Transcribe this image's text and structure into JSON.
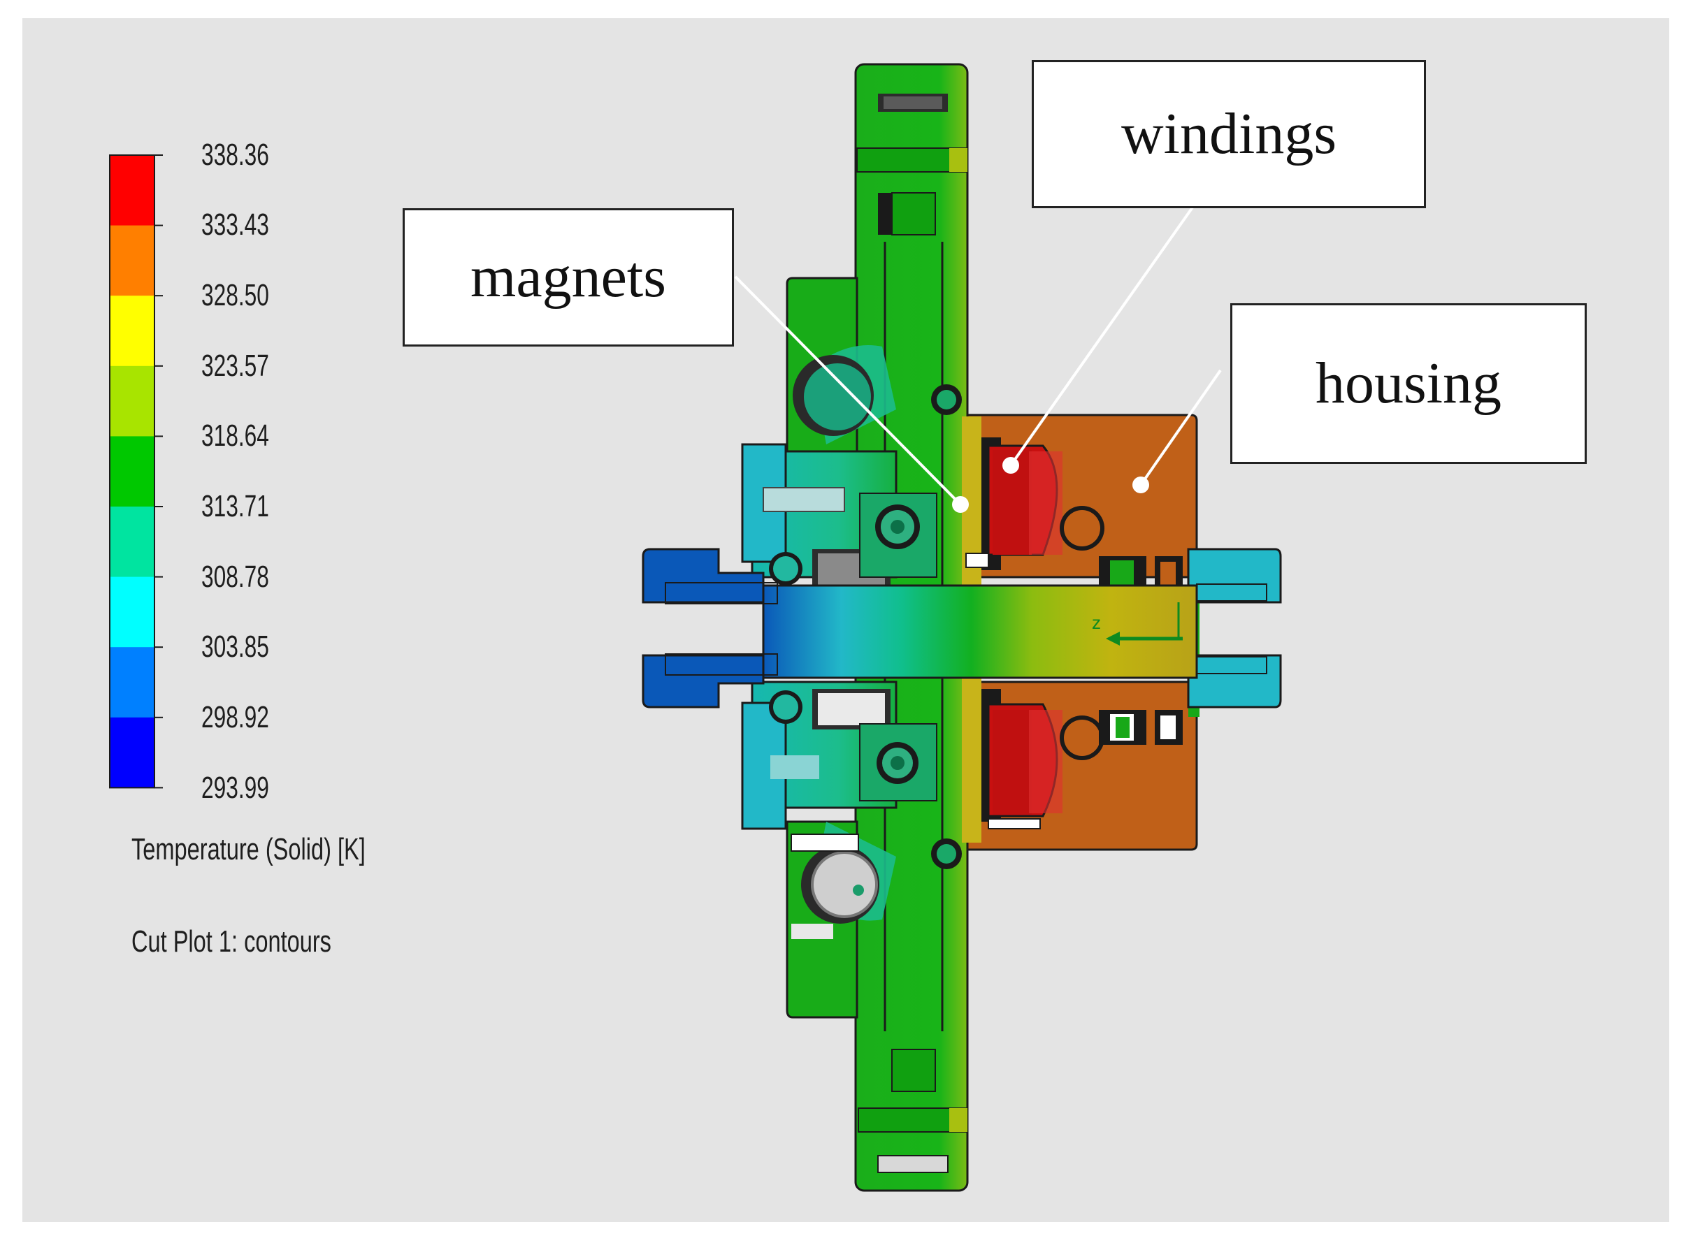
{
  "legend": {
    "ticks": [
      "338.36",
      "333.43",
      "328.50",
      "323.57",
      "318.64",
      "313.71",
      "308.78",
      "303.85",
      "298.92",
      "293.99"
    ],
    "band_colors": [
      "#ff0000",
      "#ff7f00",
      "#ffff00",
      "#a8e400",
      "#00c800",
      "#00e4a0",
      "#00ffff",
      "#0080ff",
      "#0000ff"
    ],
    "quantity_label": "Temperature (Solid) [K]",
    "plot_label": "Cut Plot 1: contours"
  },
  "callouts": {
    "magnets": "magnets",
    "windings": "windings",
    "housing": "housing"
  },
  "colors": {
    "background": "#e4e4e4",
    "frame_green": "#18b818",
    "housing_orange": "#c06018",
    "winding_red": "#c81010",
    "shaft_blue": "#1456b4",
    "cyan": "#22b8c8"
  }
}
